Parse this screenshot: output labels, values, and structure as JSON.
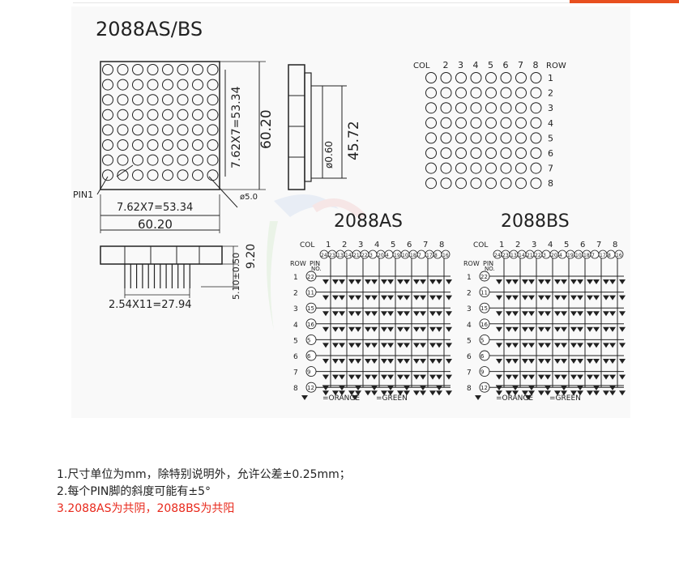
{
  "colors": {
    "accent_bar": "#e8501f",
    "note_highlight": "#e8291c",
    "line": "#222222"
  },
  "diagram": {
    "main_title": "2088AS/BS",
    "front_view": {
      "pin_label": "PIN1",
      "dim_width_inner": "7.62X7=53.34",
      "dim_width_outer": "60.20",
      "dim_height_inner": "7.62X7=53.34",
      "dim_height_outer": "60.20",
      "dot_diameter": "ø5.0"
    },
    "side_view": {
      "dim_diameter": "ø0.60",
      "dim_height": "45.72"
    },
    "bottom_view": {
      "pin_pitch": "2.54X11=27.94",
      "dim_height": "9.20",
      "dim_pin": "5.10±0.50"
    },
    "matrix_top": {
      "col_label": "COL",
      "cols": [
        "1",
        "2",
        "3",
        "4",
        "5",
        "6",
        "7",
        "8"
      ],
      "row_label": "ROW",
      "rows": [
        "1",
        "2",
        "3",
        "4",
        "5",
        "6",
        "7",
        "8"
      ]
    },
    "schematic_as": {
      "title": "2088AS",
      "col_label": "COL",
      "pin_label": "PIN",
      "no_label": "NO.",
      "row_label": "ROW",
      "cols": [
        "1",
        "2",
        "3",
        "4",
        "5",
        "6",
        "7",
        "8"
      ],
      "col_pins": [
        "24",
        "23",
        "13",
        "14",
        "21",
        "22",
        "3",
        "20",
        "4",
        "19",
        "10",
        "18",
        "7",
        "17",
        "8",
        "16"
      ],
      "rows": [
        "1",
        "2",
        "3",
        "4",
        "5",
        "6",
        "7",
        "8"
      ],
      "row_pins": [
        "22",
        "11",
        "15",
        "16",
        "5",
        "6",
        "9",
        "12"
      ],
      "legend_orange": "=ORANGE",
      "legend_green": "=GREEN"
    },
    "schematic_bs": {
      "title": "2088BS",
      "col_label": "COL",
      "pin_label": "PIN",
      "no_label": "NO.",
      "row_label": "ROW",
      "cols": [
        "1",
        "2",
        "3",
        "4",
        "5",
        "6",
        "7",
        "8"
      ],
      "col_pins": [
        "24",
        "23",
        "13",
        "14",
        "21",
        "22",
        "3",
        "20",
        "4",
        "19",
        "10",
        "18",
        "7",
        "17",
        "8",
        "16"
      ],
      "rows": [
        "1",
        "2",
        "3",
        "4",
        "5",
        "6",
        "7",
        "8"
      ],
      "row_pins": [
        "22",
        "11",
        "15",
        "16",
        "5",
        "6",
        "9",
        "12"
      ],
      "legend_orange": "=ORANGE",
      "legend_green": "=GREEN"
    }
  },
  "notes": {
    "line1": "1.尺寸单位为mm，除特别说明外，允许公差±0.25mm；",
    "line2": "2.每个PIN脚的斜度可能有±5°",
    "line3": "3.2088AS为共阴，2088BS为共阳"
  }
}
